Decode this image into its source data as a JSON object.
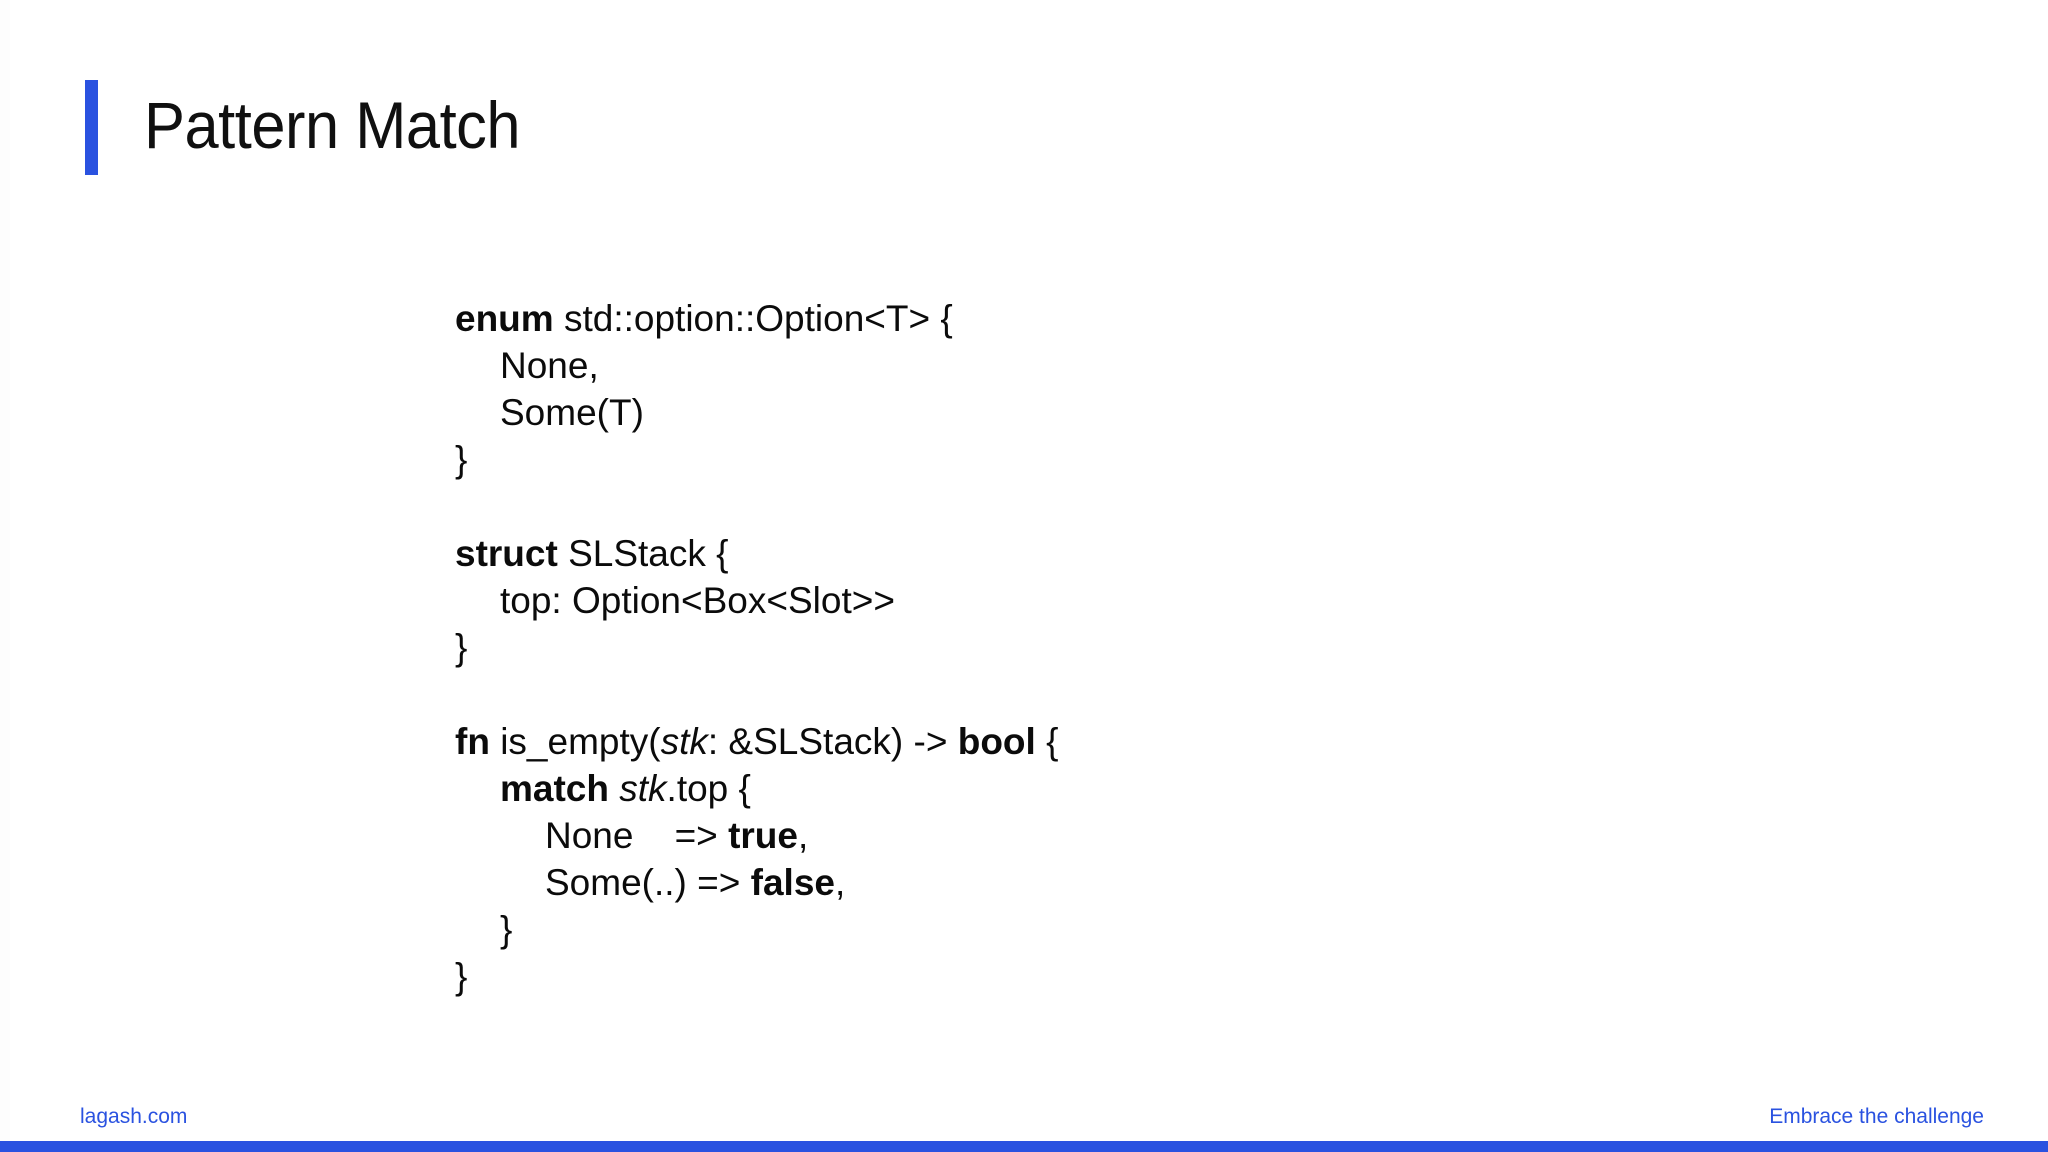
{
  "slide": {
    "title": "Pattern Match",
    "accent_color": "#2a52e0",
    "background_color": "#ffffff",
    "text_color": "#0b0b0b"
  },
  "code": {
    "language": "rust",
    "lines": [
      {
        "indent": 0,
        "segments": [
          {
            "t": "enum ",
            "style": "bold"
          },
          {
            "t": "std::option::Option<T> {",
            "style": "normal"
          }
        ]
      },
      {
        "indent": 1,
        "segments": [
          {
            "t": "None,",
            "style": "normal"
          }
        ]
      },
      {
        "indent": 1,
        "segments": [
          {
            "t": "Some(T)",
            "style": "normal"
          }
        ]
      },
      {
        "indent": 0,
        "segments": [
          {
            "t": "}",
            "style": "normal"
          }
        ]
      },
      {
        "indent": 0,
        "segments": []
      },
      {
        "indent": 0,
        "segments": [
          {
            "t": "struct ",
            "style": "bold"
          },
          {
            "t": "SLStack {",
            "style": "normal"
          }
        ]
      },
      {
        "indent": 1,
        "segments": [
          {
            "t": "top: Option<Box<Slot>>",
            "style": "normal"
          }
        ]
      },
      {
        "indent": 0,
        "segments": [
          {
            "t": "}",
            "style": "normal"
          }
        ]
      },
      {
        "indent": 0,
        "segments": []
      },
      {
        "indent": 0,
        "segments": [
          {
            "t": "fn ",
            "style": "bold"
          },
          {
            "t": "is_empty(",
            "style": "normal"
          },
          {
            "t": "stk",
            "style": "italic"
          },
          {
            "t": ": &SLStack) -> ",
            "style": "normal"
          },
          {
            "t": "bool",
            "style": "bold"
          },
          {
            "t": " {",
            "style": "normal"
          }
        ]
      },
      {
        "indent": 1,
        "segments": [
          {
            "t": "match ",
            "style": "bold"
          },
          {
            "t": "stk",
            "style": "italic"
          },
          {
            "t": ".top {",
            "style": "normal"
          }
        ]
      },
      {
        "indent": 2,
        "segments": [
          {
            "t": "None    => ",
            "style": "normal"
          },
          {
            "t": "true",
            "style": "bold"
          },
          {
            "t": ",",
            "style": "normal"
          }
        ]
      },
      {
        "indent": 2,
        "segments": [
          {
            "t": "Some(..) => ",
            "style": "normal"
          },
          {
            "t": "false",
            "style": "bold"
          },
          {
            "t": ",",
            "style": "normal"
          }
        ]
      },
      {
        "indent": 1,
        "segments": [
          {
            "t": "}",
            "style": "normal"
          }
        ]
      },
      {
        "indent": 0,
        "segments": [
          {
            "t": "}",
            "style": "normal"
          }
        ]
      }
    ]
  },
  "footer": {
    "left_label": "lagash.com",
    "right_label": "Embrace the challenge"
  }
}
